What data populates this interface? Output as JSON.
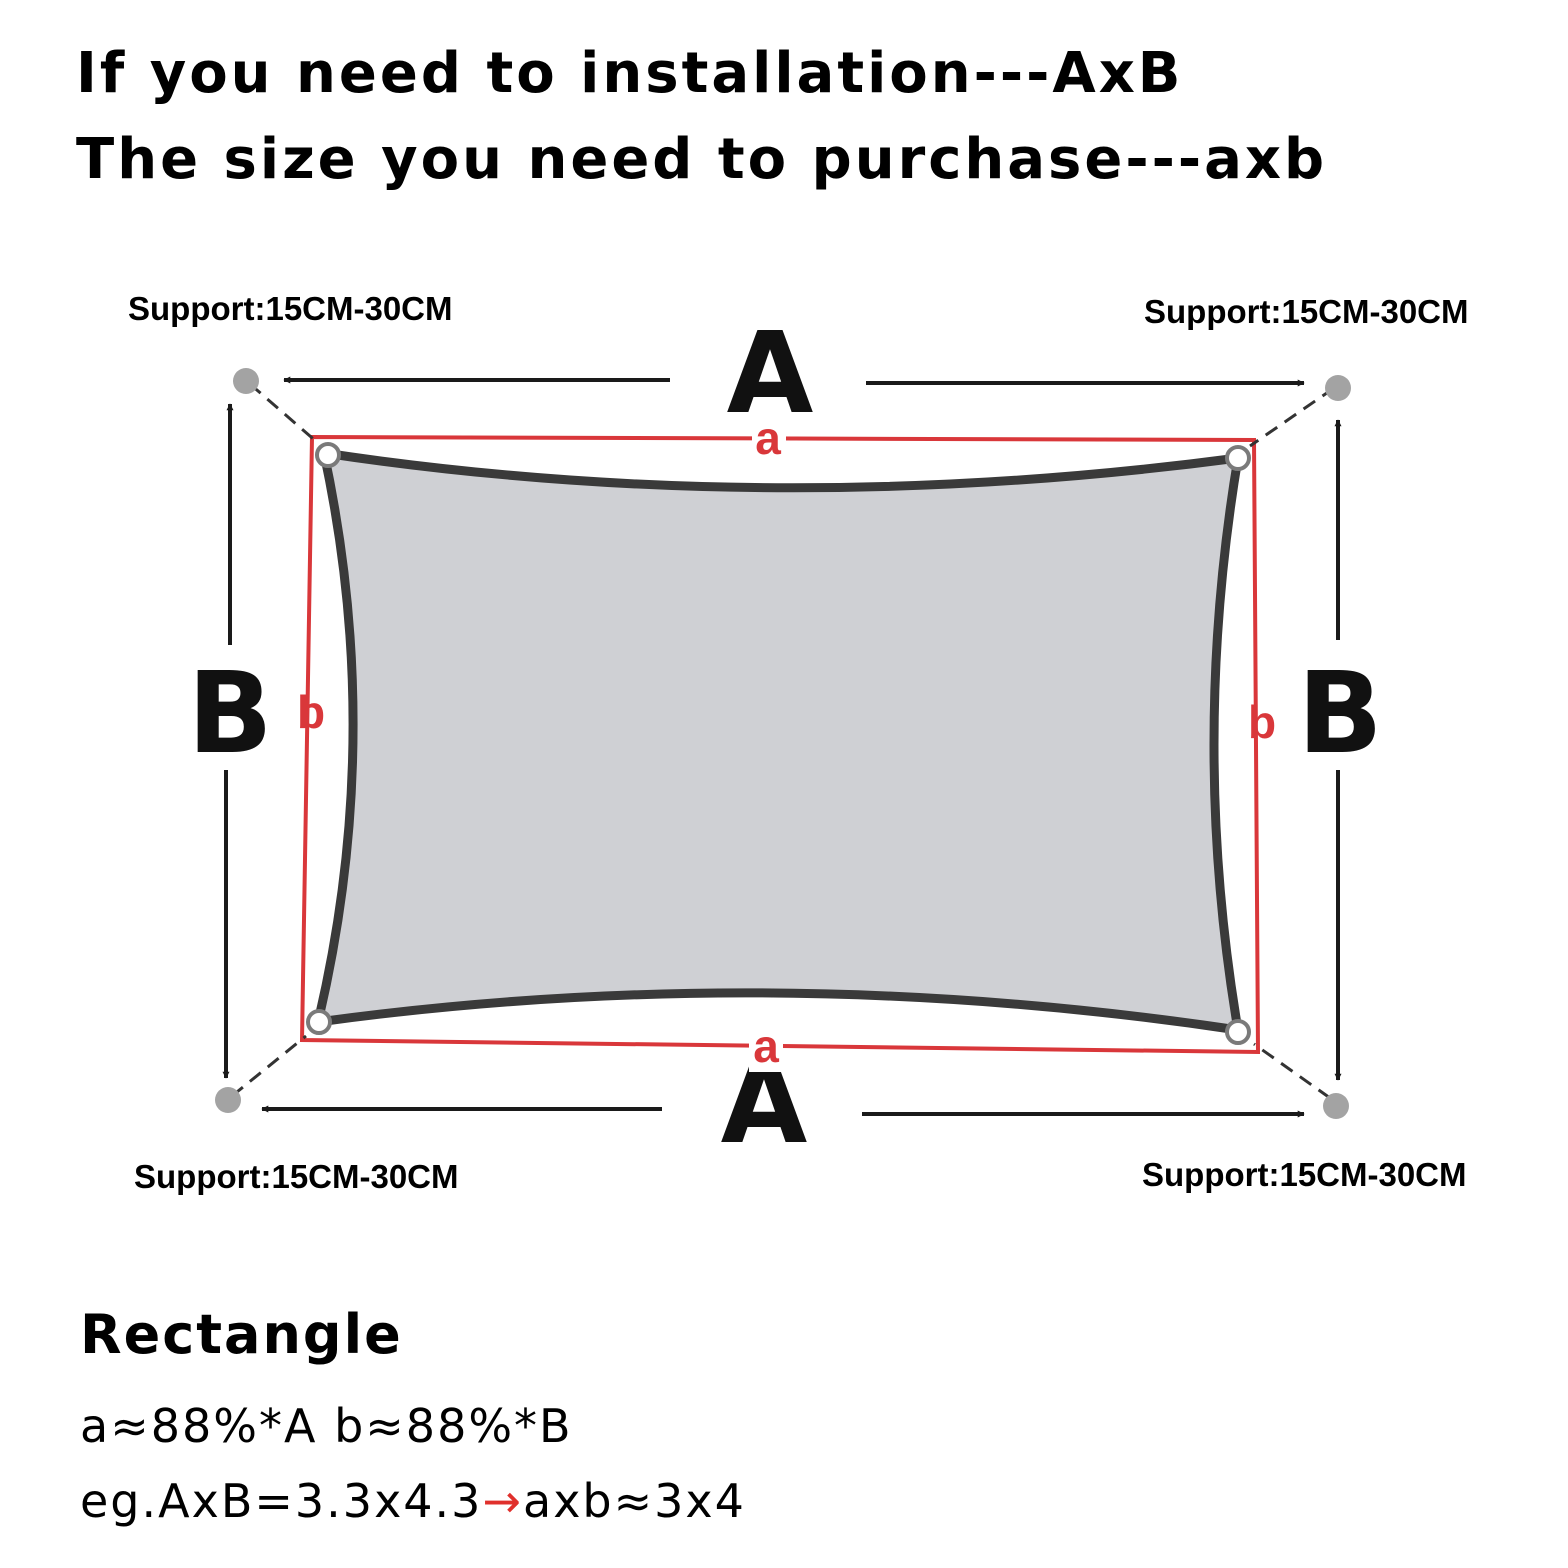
{
  "header": {
    "line1": "If you need to installation---AxB",
    "line2": "The size you need to purchase---axb"
  },
  "supports": {
    "top_left": "Support:15CM-30CM",
    "top_right": "Support:15CM-30CM",
    "bottom_left": "Support:15CM-30CM",
    "bottom_right": "Support:15CM-30CM"
  },
  "labels": {
    "install_width": "A",
    "install_height": "B",
    "purchase_width": "a",
    "purchase_height": "b"
  },
  "colors": {
    "purchase_outline": "#d9373a",
    "shade_fill": "#cfd0d4",
    "shade_border": "#3a3a3a",
    "support_post": "#a3a3a3",
    "arrow": "#1a1a1a"
  },
  "info": {
    "shape": "Rectangle",
    "formula": "a≈88%*A b≈88%*B",
    "example_prefix": "eg.AxB=3.3x4.3",
    "example_arrow": "→",
    "example_suffix": "axb≈3x4"
  }
}
